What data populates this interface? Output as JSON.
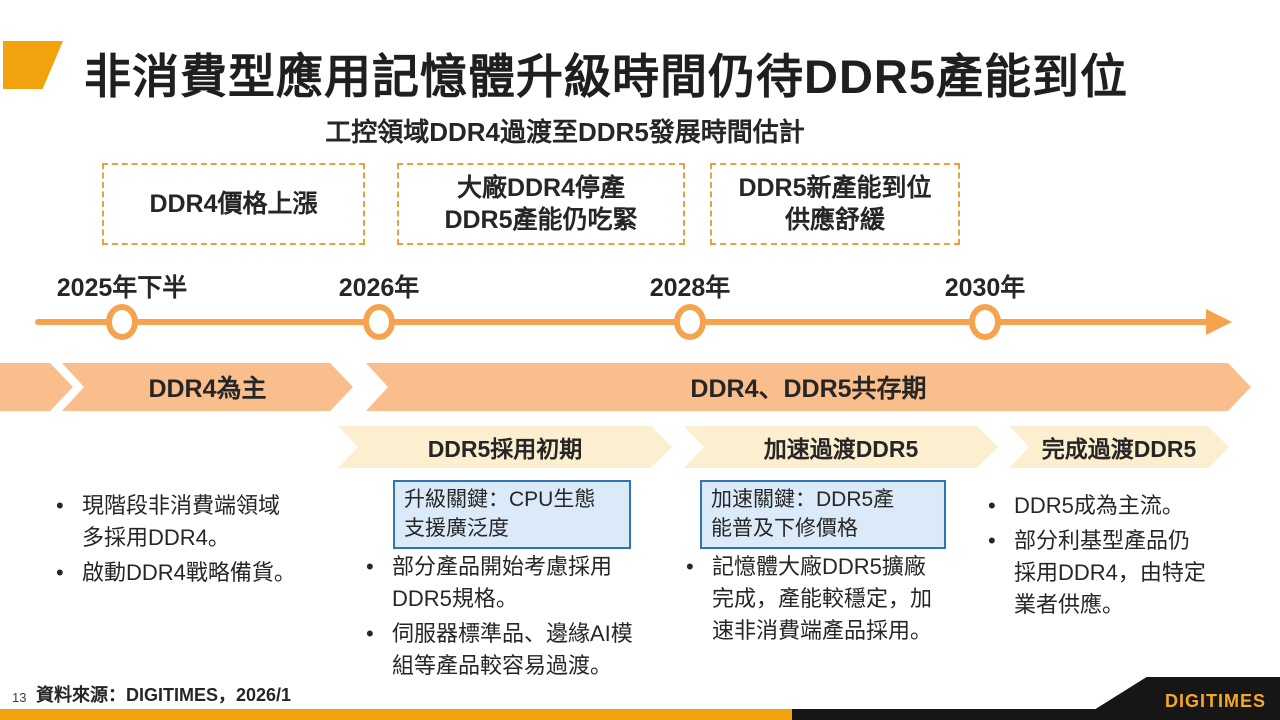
{
  "slide": {
    "title": "非消費型應用記憶體升級時間仍待DDR5產能到位",
    "subtitle": "工控領域DDR4過渡至DDR5發展時間估計",
    "page_number": "13",
    "source": "資料來源：DIGITIMES，2026/1",
    "logo_text": "DIGITIMES"
  },
  "glyphs": {
    "bullet": "•"
  },
  "event_boxes": [
    "DDR4價格上漲",
    "大廠DDR4停產\nDDR5產能仍吃緊",
    "DDR5新產能到位\n供應舒緩"
  ],
  "timeline": {
    "years": [
      "2025年下半",
      "2026年",
      "2028年",
      "2030年"
    ]
  },
  "phase_bands": [
    "DDR4為主",
    "DDR4、DDR5共存期"
  ],
  "stage_bands": [
    "DDR5採用初期",
    "加速過渡DDR5",
    "完成過渡DDR5"
  ],
  "callouts": [
    "升級關鍵：CPU生態\n支援廣泛度",
    "加速關鍵：DDR5產\n能普及下修價格"
  ],
  "columns": [
    {
      "bullets": [
        "現階段非消費端領域\n多採用DDR4。",
        "啟動DDR4戰略備貨。"
      ]
    },
    {
      "bullets": [
        "部分產品開始考慮採用\nDDR5規格。",
        "伺服器標準品、邊緣AI模\n組等產品較容易過渡。"
      ]
    },
    {
      "bullets": [
        "記憶體大廠DDR5擴廠\n完成，產能較穩定，加\n速非消費端產品採用。"
      ]
    },
    {
      "bullets": [
        "DDR5成為主流。",
        "部分利基型產品仍\n採用DDR4，由特定\n業者供應。"
      ]
    }
  ],
  "colors": {
    "accent_orange": "#F2A20C",
    "timeline_orange": "#F5A34E",
    "phase_band_fill": "#F9BE8C",
    "stage_band_fill": "#FCEFD0",
    "dashed_border": "#E8A23D",
    "callout_border": "#2E75B6",
    "callout_fill": "#DBEAF8",
    "footer_black": "#161616",
    "logo_orange": "#F6A821",
    "text_dark": "#262626"
  }
}
